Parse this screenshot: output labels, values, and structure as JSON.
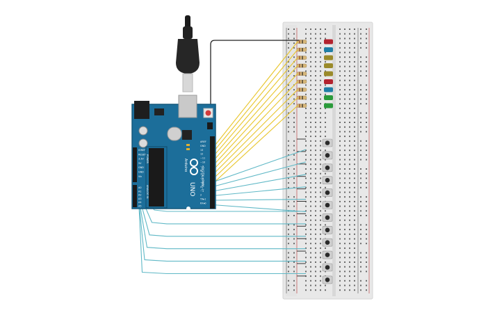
{
  "board": {
    "name": "UNO",
    "brand": "Arduino",
    "digital_header_label": "DIGITAL (PWM~)",
    "analog_header_label": "ANALOG IN",
    "power_header_label": "POWER",
    "pin_labels_digital": [
      "AREF",
      "GND",
      "13",
      "12",
      "~11",
      "~10",
      "~9",
      "8",
      "7",
      "~6",
      "~5",
      "4",
      "~3",
      "2",
      "TX▸1",
      "RX◂0"
    ],
    "pin_labels_power": [
      "IOREF",
      "RESET",
      "3.3V",
      "5V",
      "GND",
      "GND",
      "Vin"
    ],
    "pin_labels_analog": [
      "A0",
      "A1",
      "A2",
      "A3",
      "A4",
      "A5"
    ]
  },
  "breadboard": {
    "led_colors": [
      "#b3232f",
      "#1f7fa6",
      "#9a8a2a",
      "#9a8a2a",
      "#9a8a2a",
      "#b3232f",
      "#1f7fa6",
      "#2a9a3a",
      "#2a9a3a"
    ],
    "button_count": 12
  },
  "colors": {
    "board": "#1c6e9a",
    "board_edge": "#15587c",
    "breadboard": "#e8e8e8",
    "wire_signal": "#e8c52a",
    "wire_button": "#5fb8c6",
    "wire_gnd": "#222222"
  }
}
